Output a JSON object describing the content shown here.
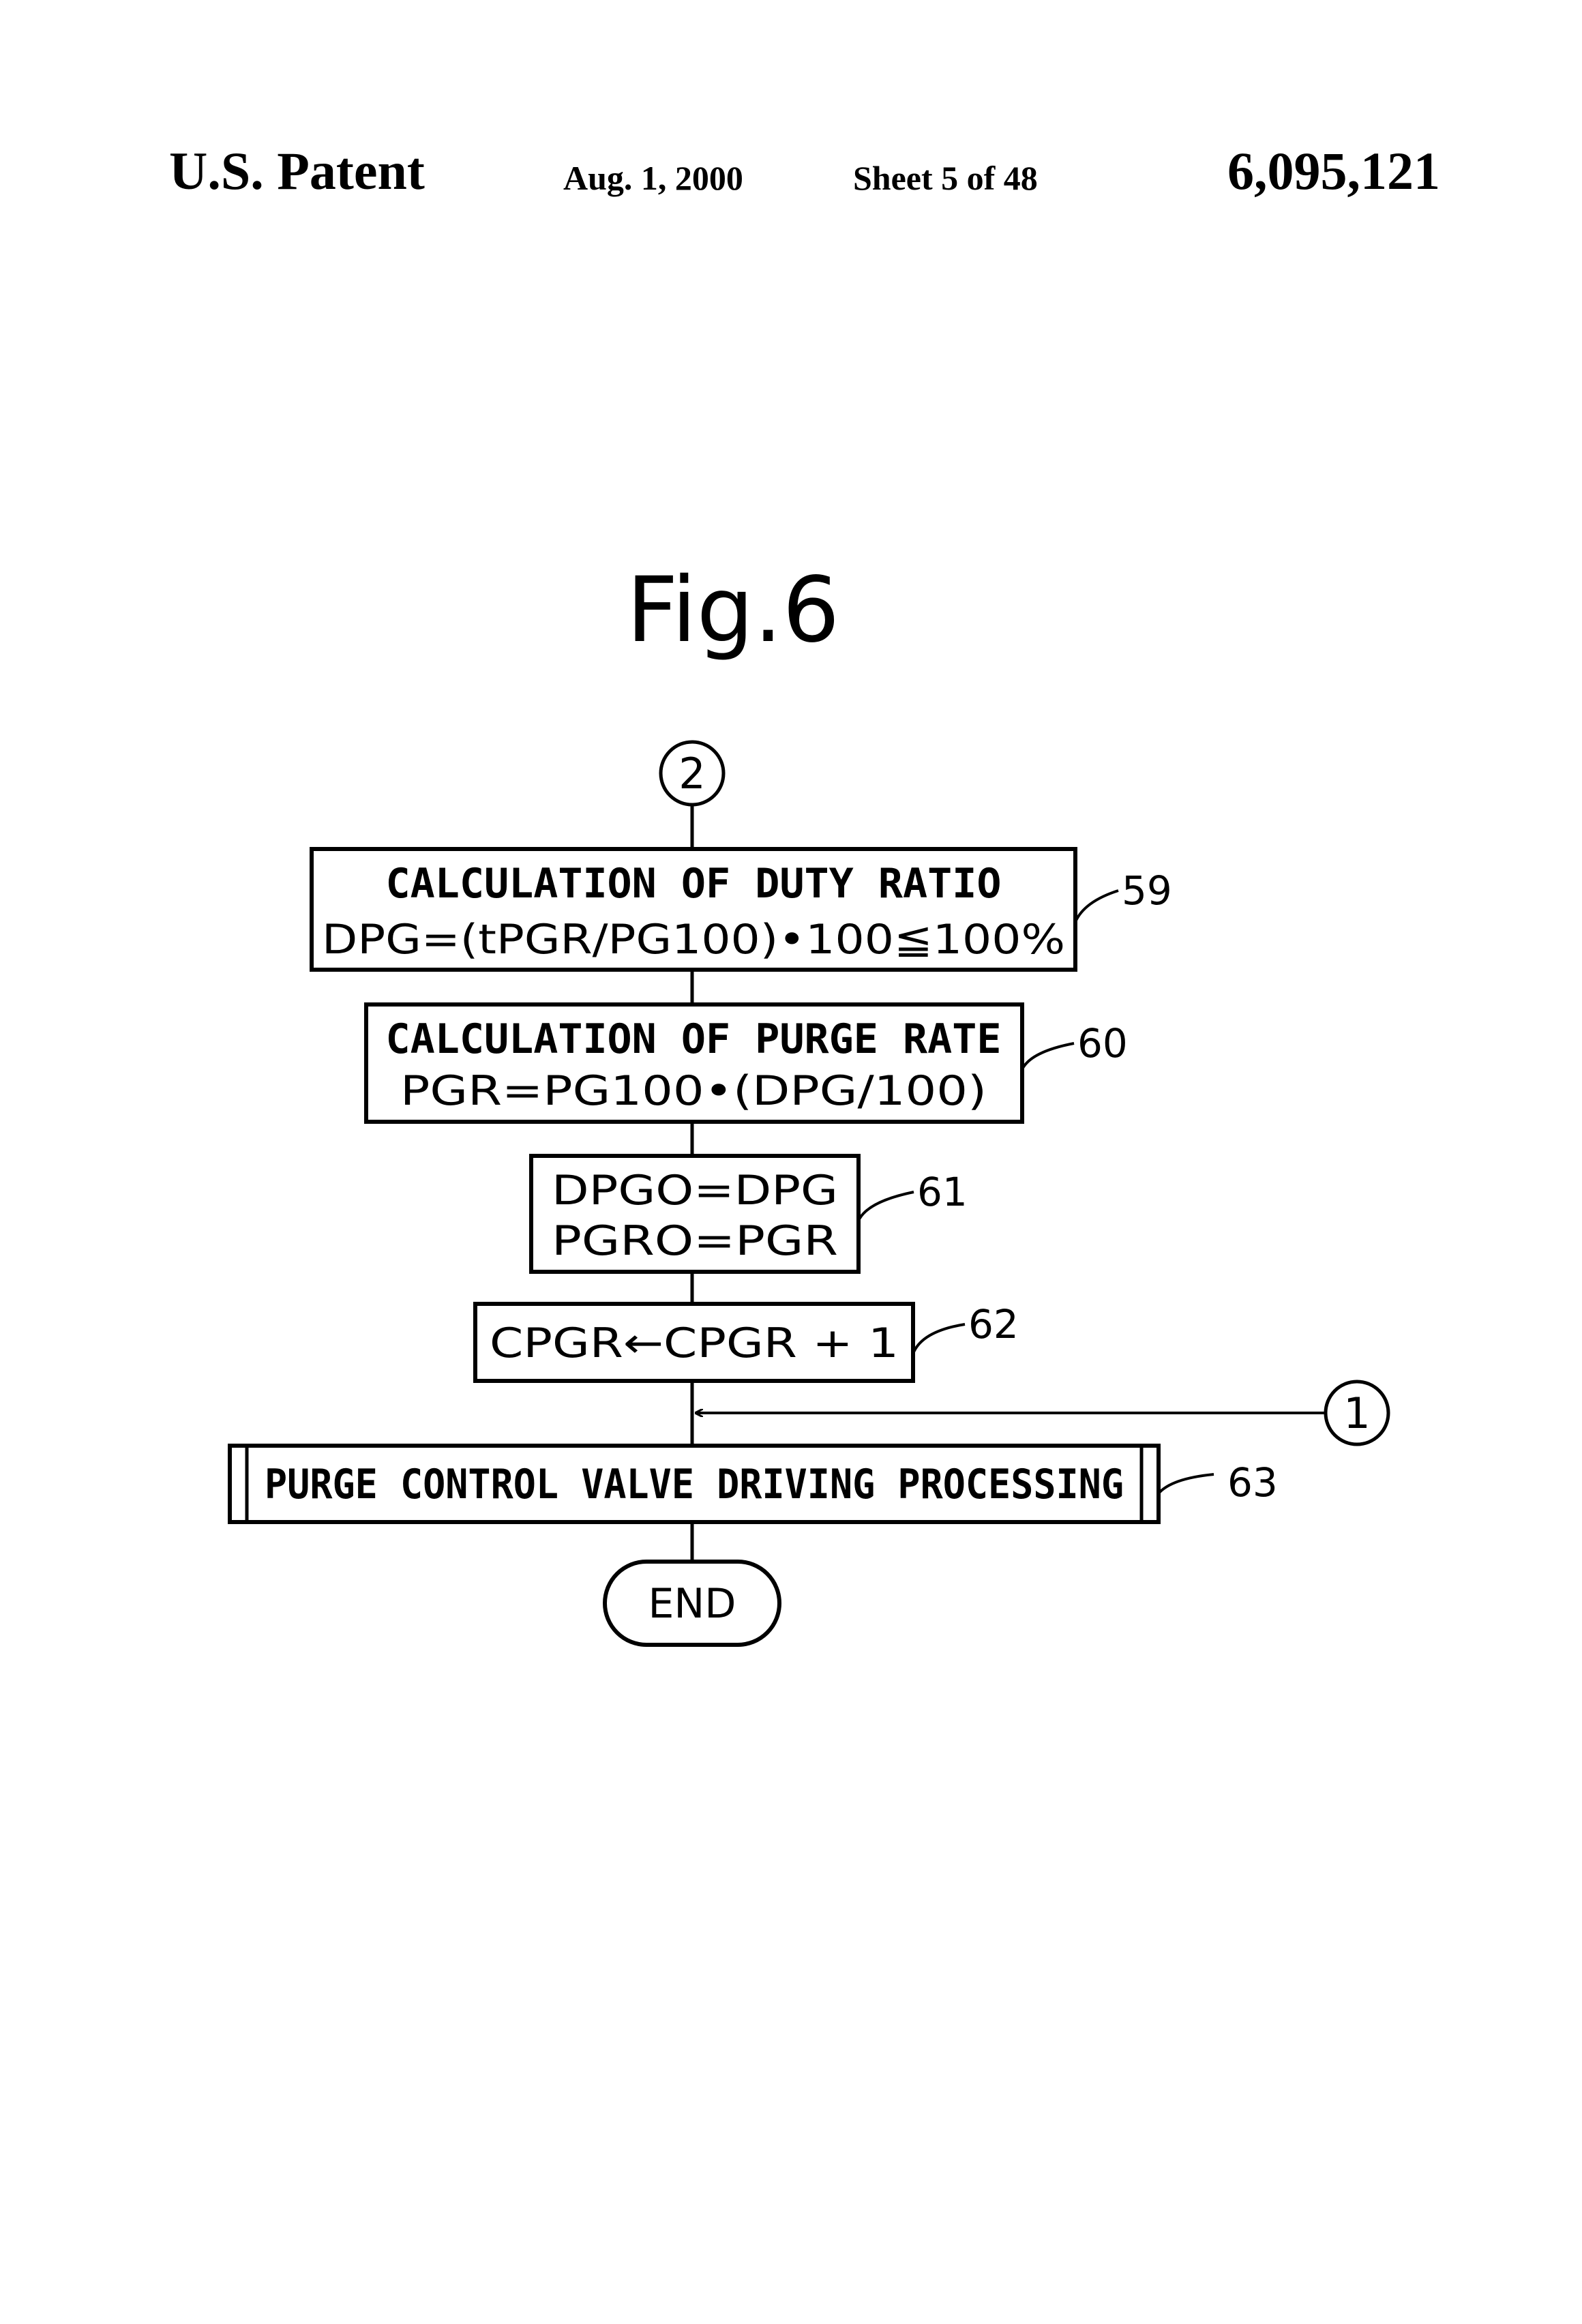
{
  "header": {
    "left": "U.S. Patent",
    "date": "Aug. 1, 2000",
    "sheet": "Sheet 5 of 48",
    "patent_number": "6,095,121"
  },
  "figure": {
    "title": "Fig.6",
    "connector_top": "2",
    "connector_side": "1",
    "step59": {
      "line1": "CALCULATION OF DUTY RATIO",
      "line2": "DPG=(tPGR/PG100)•100≦100%",
      "ref": "59"
    },
    "step60": {
      "line1": "CALCULATION OF PURGE RATE",
      "line2": "PGR=PG100•(DPG/100)",
      "ref": "60"
    },
    "step61": {
      "line1": "DPGO=DPG",
      "line2": "PGRO=PGR",
      "ref": "61"
    },
    "step62": {
      "line1": "CPGR←CPGR + 1",
      "ref": "62"
    },
    "step63": {
      "line1": "PURGE CONTROL VALVE DRIVING PROCESSING",
      "ref": "63"
    },
    "end_label": "END"
  }
}
